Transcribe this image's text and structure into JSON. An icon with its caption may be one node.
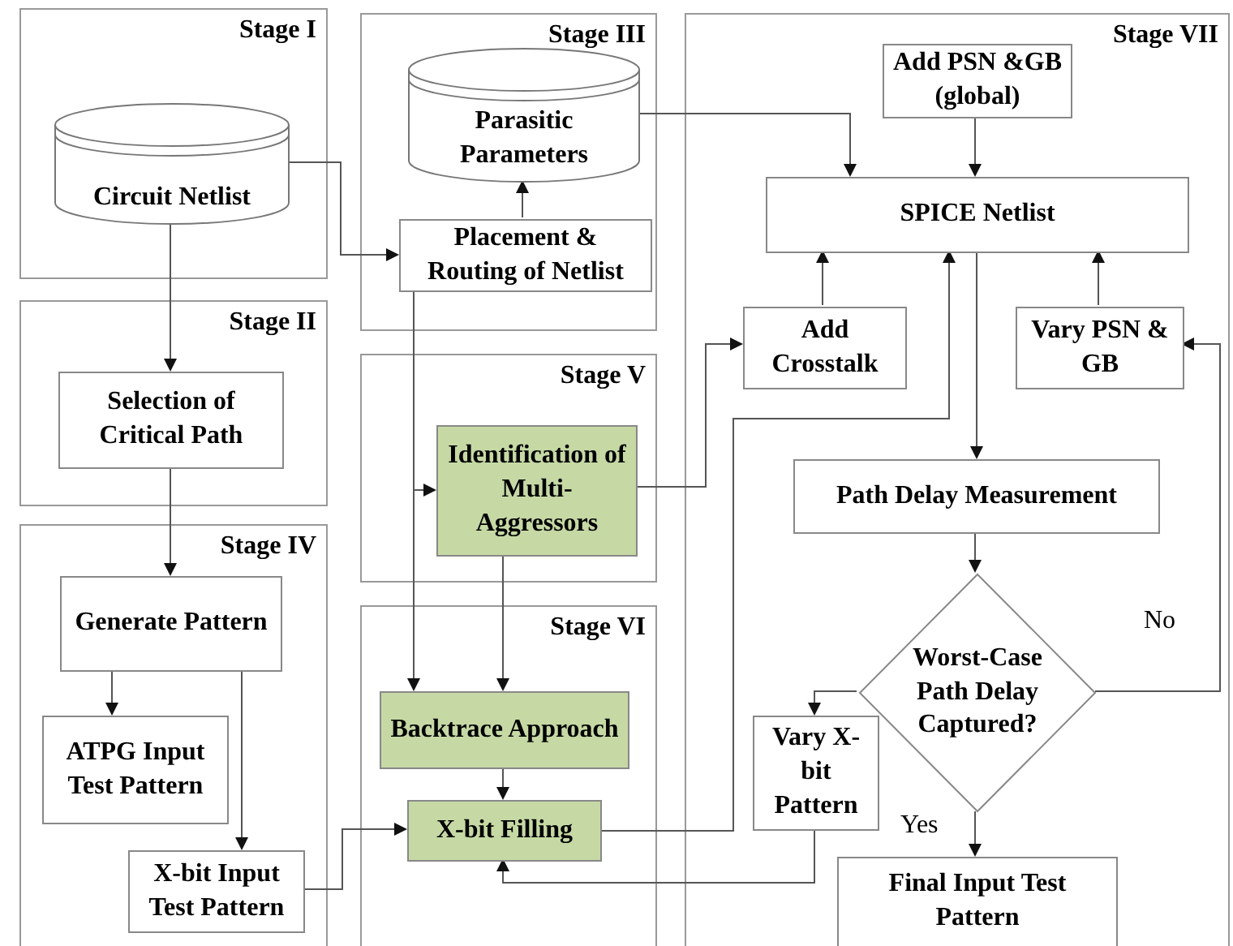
{
  "diagram": {
    "nodes": [
      {
        "text": [
          "Stage I"
        ]
      },
      {
        "text": [
          "Circuit Netlist"
        ],
        "in": 0
      },
      {
        "text": [
          "Stage II"
        ]
      },
      {
        "text": [
          "Selection of Critical Path"
        ],
        "in": 2
      },
      {
        "text": [
          "Stage III"
        ]
      },
      {
        "text": [
          "Parasitic Parameters"
        ],
        "in": 4
      },
      {
        "text": [
          "Placement & Routing of Netlist"
        ],
        "in": 4
      },
      {
        "text": [
          "Stage IV"
        ]
      },
      {
        "text": [
          "Generate Pattern"
        ],
        "in": 7
      },
      {
        "text": [
          "ATPG Input Test Pattern"
        ],
        "in": 7
      },
      {
        "text": [
          "X-bit Input Test Pattern"
        ],
        "in": 7
      },
      {
        "text": [
          "Stage V"
        ]
      },
      {
        "text": [
          "Identification of Multi-Aggressors"
        ],
        "in": 11
      },
      {
        "text": [
          "Stage VI"
        ]
      },
      {
        "text": [
          "Backtrace Approach"
        ],
        "in": 13
      },
      {
        "text": [
          "X-bit Filling"
        ],
        "in": 13
      },
      {
        "text": [
          "Stage VII"
        ]
      },
      {
        "text": [
          "Add PSN &GB (global)"
        ],
        "in": 16
      },
      {
        "text": [
          "SPICE Netlist"
        ],
        "in": 16
      },
      {
        "text": [
          "Add Crosstalk"
        ],
        "in": 16
      },
      {
        "text": [
          "Vary PSN & GB"
        ],
        "in": 16
      },
      {
        "text": [
          "Path Delay Measurement"
        ],
        "in": 16
      },
      {
        "text": [
          "Worst-Case Path Delay Captured?"
        ],
        "in": 16
      },
      {
        "text": [
          "Vary X-bit Pattern"
        ],
        "in": 16
      },
      {
        "text": [
          "Final Input Test Pattern"
        ],
        "in": 16
      }
    ],
    "edges": [
      {
        "from": 1,
        "to": 6,
        "arrow": "to"
      },
      {
        "from": 1,
        "to": 3,
        "arrow": "to"
      },
      {
        "from": 6,
        "to": 5,
        "arrow": "to"
      },
      {
        "from": 5,
        "to": 18,
        "arrow": "to"
      },
      {
        "from": 17,
        "to": 18,
        "arrow": "to"
      },
      {
        "from": 3,
        "to": 8,
        "arrow": "to"
      },
      {
        "from": 8,
        "to": 9,
        "arrow": "to"
      },
      {
        "from": 8,
        "to": 10,
        "arrow": "to"
      },
      {
        "from": 6,
        "to": 14,
        "arrow": "to"
      },
      {
        "from": 6,
        "to": 12,
        "arrow": "to"
      },
      {
        "from": 12,
        "to": 14,
        "arrow": "to"
      },
      {
        "from": 12,
        "to": 19,
        "arrow": "to"
      },
      {
        "from": 14,
        "to": 15,
        "arrow": "to"
      },
      {
        "from": 10,
        "to": 15,
        "arrow": "to"
      },
      {
        "from": 15,
        "to": 18,
        "arrow": "to"
      },
      {
        "from": 19,
        "to": 18,
        "arrow": "to"
      },
      {
        "from": 20,
        "to": 18,
        "arrow": "to"
      },
      {
        "from": 18,
        "to": 21,
        "arrow": "to"
      },
      {
        "from": 21,
        "to": 22,
        "arrow": "to"
      },
      {
        "from": 22,
        "to": 23,
        "arrow": "to"
      },
      {
        "from": 22,
        "to": 24,
        "label": "Yes",
        "arrow": "to"
      },
      {
        "from": 22,
        "to": 20,
        "label": "No",
        "arrow": "to"
      },
      {
        "from": 23,
        "to": 15,
        "arrow": "to"
      }
    ]
  }
}
